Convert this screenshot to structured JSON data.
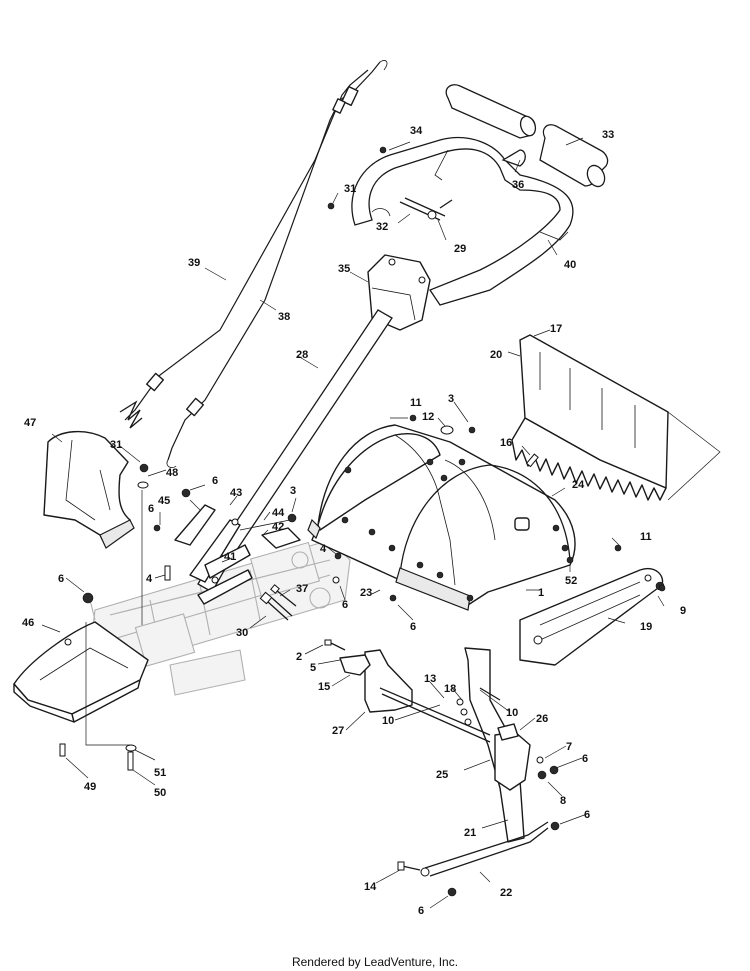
{
  "footer": "Rendered by LeadVenture, Inc.",
  "callouts": {
    "c1": "1",
    "c2": "2",
    "c3a": "3",
    "c3b": "3",
    "c4a": "4",
    "c4b": "4",
    "c5": "5",
    "c6a": "6",
    "c6b": "6",
    "c6c": "6",
    "c6d": "6",
    "c6e": "6",
    "c6f": "6",
    "c6g": "6",
    "c6h": "6",
    "c7": "7",
    "c8": "8",
    "c9": "9",
    "c10a": "10",
    "c10b": "10",
    "c11a": "11",
    "c11b": "11",
    "c12": "12",
    "c13": "13",
    "c14": "14",
    "c15": "15",
    "c16": "16",
    "c17": "17",
    "c18": "18",
    "c19": "19",
    "c20": "20",
    "c21": "21",
    "c22": "22",
    "c23": "23",
    "c24": "24",
    "c25": "25",
    "c26": "26",
    "c27": "27",
    "c28": "28",
    "c29": "29",
    "c30": "30",
    "c31a": "31",
    "c31b": "31",
    "c32": "32",
    "c33": "33",
    "c34": "34",
    "c35": "35",
    "c36": "36",
    "c37": "37",
    "c38": "38",
    "c39": "39",
    "c40": "40",
    "c41": "41",
    "c42": "42",
    "c43": "43",
    "c44": "44",
    "c45": "45",
    "c46": "46",
    "c47": "47",
    "c48": "48",
    "c49": "49",
    "c50": "50",
    "c51": "51",
    "c52": "52"
  }
}
